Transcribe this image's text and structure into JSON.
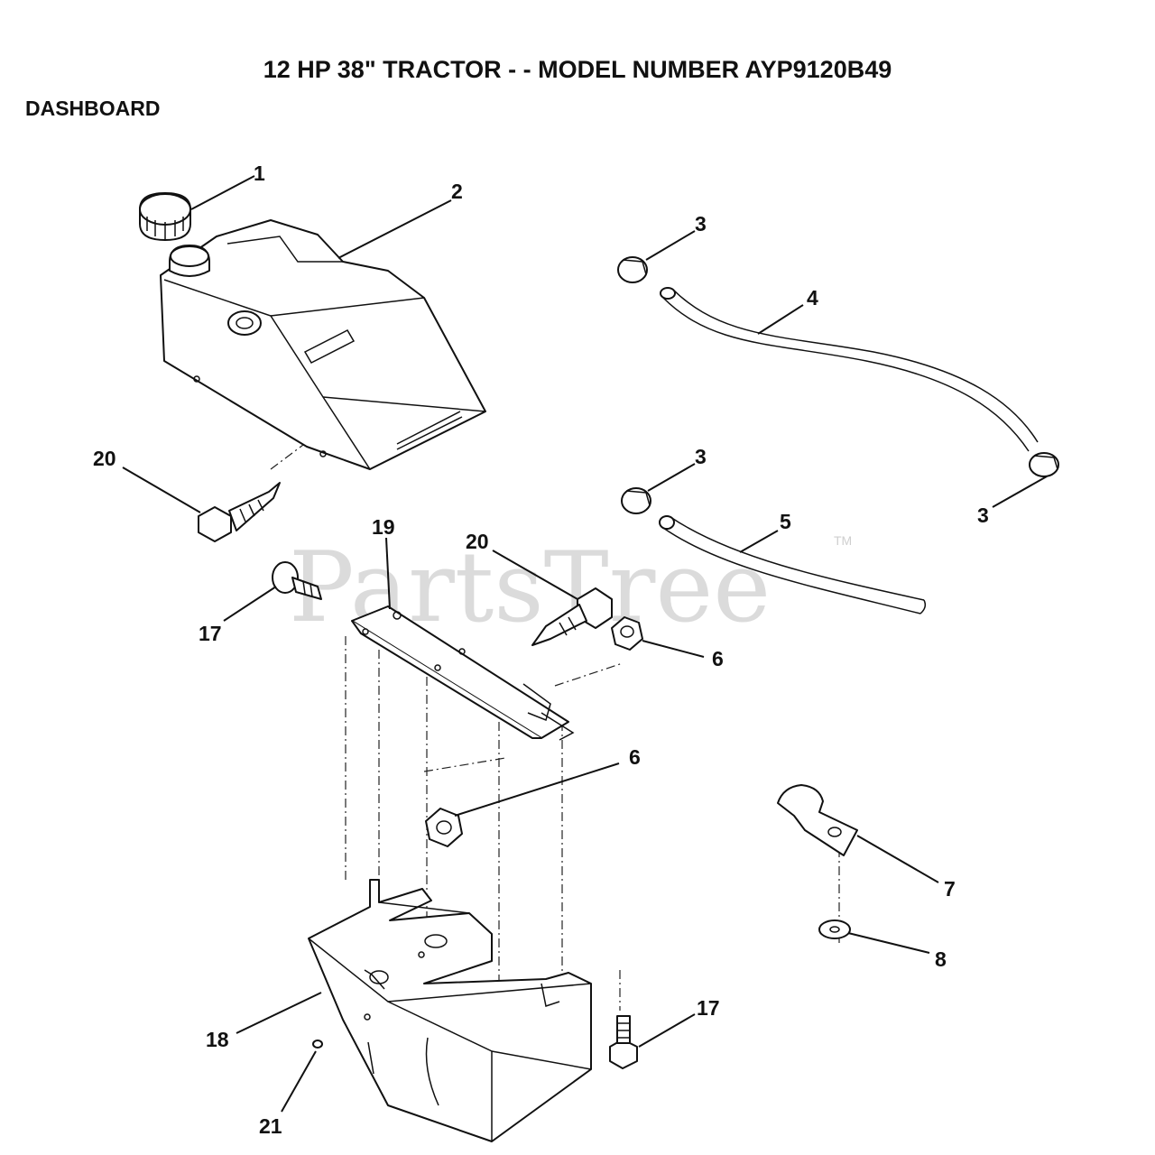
{
  "title": "12 HP 38\" TRACTOR - - MODEL NUMBER AYP9120B49",
  "section": "DASHBOARD",
  "watermark": "PartsTree",
  "trademark": "TM",
  "callouts": {
    "c1": "1",
    "c2": "2",
    "c3a": "3",
    "c3b": "3",
    "c3c": "3",
    "c4": "4",
    "c5": "5",
    "c6a": "6",
    "c6b": "6",
    "c7": "7",
    "c8": "8",
    "c17a": "17",
    "c17b": "17",
    "c18": "18",
    "c19": "19",
    "c20a": "20",
    "c20b": "20",
    "c21": "21"
  }
}
